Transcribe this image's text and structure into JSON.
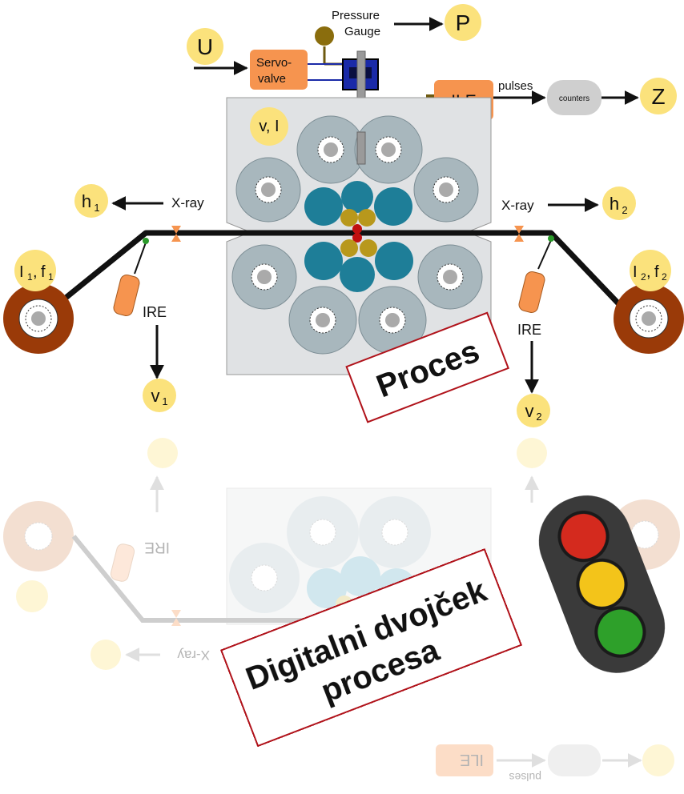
{
  "signals": {
    "u": "U",
    "p": "P",
    "z": "Z",
    "vi": "v, I",
    "h1": "h",
    "h1_sub": "1",
    "h2": "h",
    "h2_sub": "2",
    "v1": "v",
    "v1_sub": "1",
    "v2": "v",
    "v2_sub": "2",
    "i1": "I",
    "i1_sub": "1",
    "f1": "f",
    "f1_sub": "1",
    "i2": "I",
    "i2_sub": "2",
    "f2": "f",
    "f2_sub": "2"
  },
  "components": {
    "servo_line1": "Servo-",
    "servo_line2": "valve",
    "gauge_line1": "Pressure",
    "gauge_line2": "Gauge",
    "ile": "ILE",
    "pulses": "pulses",
    "counters": "counters",
    "xray_left": "X-ray",
    "xray_right": "X-ray",
    "ire_left": "IRE",
    "ire_right": "IRE"
  },
  "ghost": {
    "ire": "IRE",
    "xray": "X-ray",
    "ile": "ILE",
    "pulses": "pulses"
  },
  "badges": {
    "process": "Proces",
    "twin_line1": "Digitalni dvojček",
    "twin_line2": "procesa"
  },
  "colors": {
    "signal_fill": "#fbe27c",
    "orange_box": "#f6944f",
    "roll_outer": "#a8b7bd",
    "roll_teal": "#1e7e98",
    "roll_gold": "#b8981c",
    "coil_brown": "#9a3a08",
    "badge_red": "#b0121a"
  }
}
